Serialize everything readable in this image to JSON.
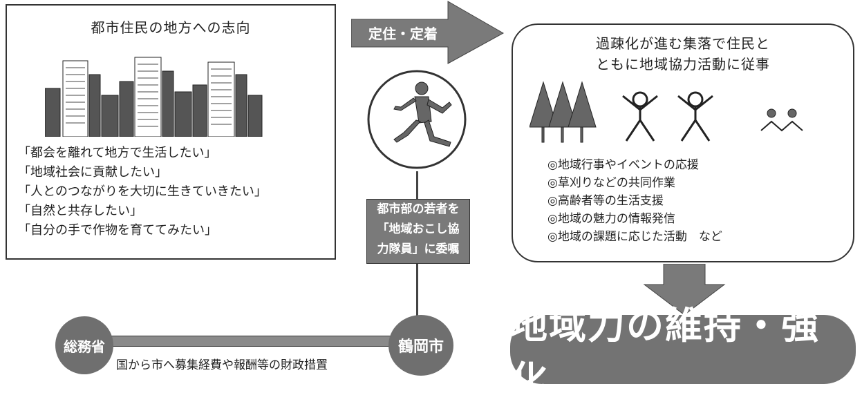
{
  "left_panel": {
    "title": "都市住民の地方への志向",
    "quotes": [
      "「都会を離れて地方で生活したい」",
      "「地域社会に貢献したい」",
      "「人とのつながりを大切に生きていきたい」",
      "「自然と共存したい」",
      "「自分の手で作物を育ててみたい」"
    ]
  },
  "arrow": {
    "label": "定住・定着"
  },
  "middle": {
    "box_lines": [
      "都市部の若者を",
      "「地域おこし協",
      "力隊員」に委嘱"
    ],
    "circle_label": "鶴岡市"
  },
  "bottom_left": {
    "circle_label": "総務省",
    "caption": "国から市へ募集経費や報酬等の財政措置"
  },
  "right_panel": {
    "title_lines": [
      "過疎化が進む集落で住民と",
      "ともに地域協力活動に従事"
    ],
    "bullets": [
      "◎地域行事やイベントの応援",
      "◎草刈りなどの共同作業",
      "◎高齢者等の生活支援",
      "◎地域の魅力の情報発信",
      "◎地域の課題に応じた活動　など"
    ]
  },
  "result": {
    "label": "地域力の維持・強化"
  }
}
